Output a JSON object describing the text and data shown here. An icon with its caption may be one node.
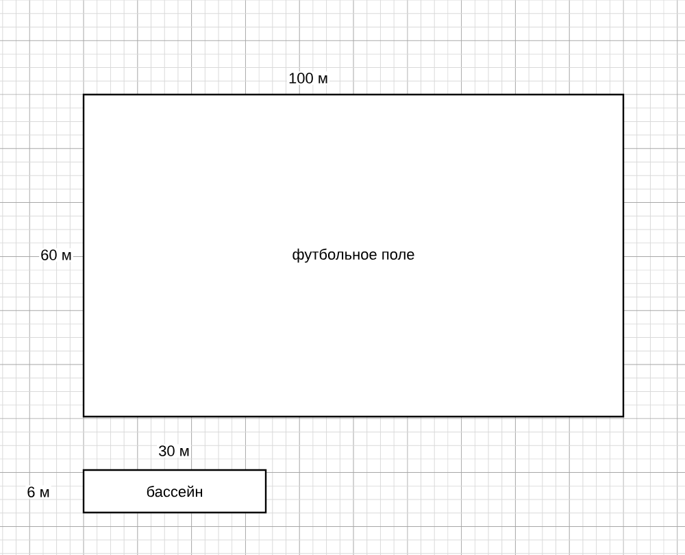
{
  "diagram": {
    "nodes": [
      {
        "text": [
          "футбольное поле"
        ]
      },
      {
        "text": [
          "бассейн"
        ]
      }
    ],
    "labels": [
      "100 м",
      "60 м",
      "30 м",
      "6 м"
    ]
  }
}
